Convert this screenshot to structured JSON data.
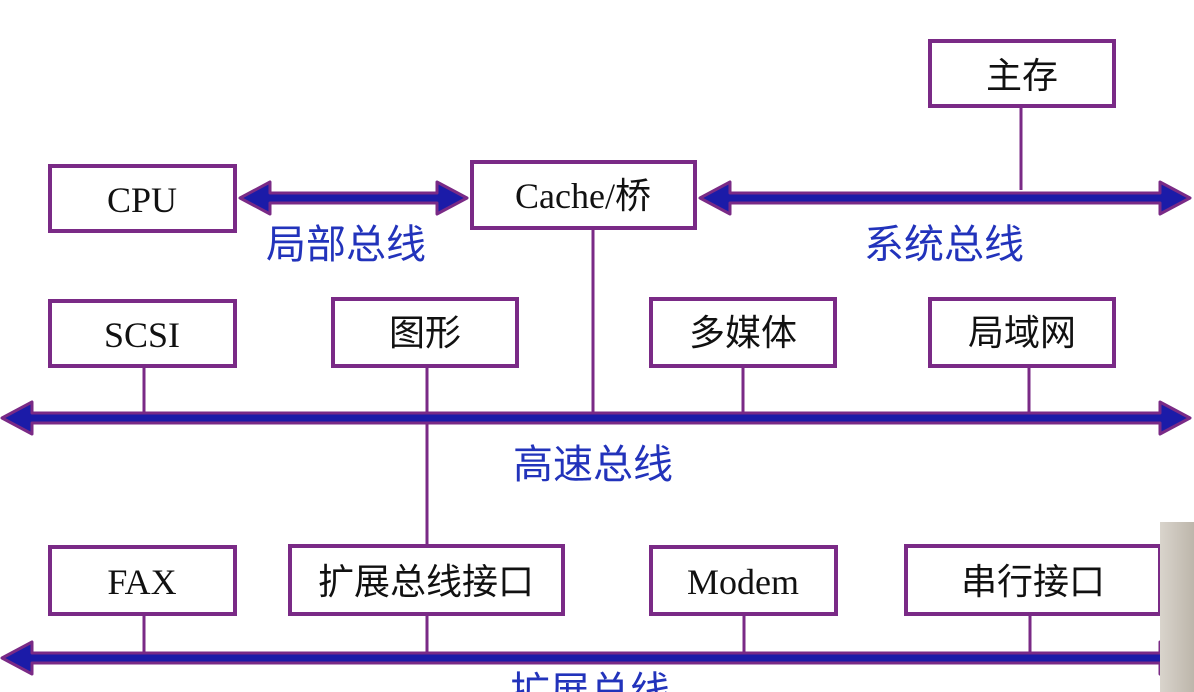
{
  "colors": {
    "bus_fill": "#1b1ba8",
    "bus_outline": "#7a2a86",
    "box_border": "#7a2a86",
    "bus_label": "#2233bb",
    "box_text": "#111111"
  },
  "boxes": {
    "main_memory": "主存",
    "cpu": "CPU",
    "cache_bridge": "Cache/桥",
    "scsi": "SCSI",
    "graphics": "图形",
    "multimedia": "多媒体",
    "lan": "局域网",
    "fax": "FAX",
    "expansion_bus_interface": "扩展总线接口",
    "modem": "Modem",
    "serial_interface": "串行接口"
  },
  "buses": {
    "local_bus": "局部总线",
    "system_bus": "系统总线",
    "high_speed_bus": "高速总线",
    "expansion_bus": "扩展总线"
  }
}
